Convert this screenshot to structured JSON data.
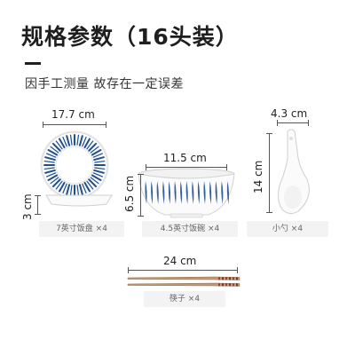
{
  "header": {
    "title": "规格参数（16头装）",
    "subtitle": "因手工测量 故存在一定误差"
  },
  "products": {
    "plate": {
      "width_label": "17.7 cm",
      "height_label": "3 cm",
      "caption": "7英寸饭盘 ×4"
    },
    "bowl": {
      "width_label": "11.5 cm",
      "height_label": "6.5 cm",
      "caption": "4.5英寸饭碗 ×4"
    },
    "spoon": {
      "width_label": "4.3 cm",
      "height_label": "14 cm",
      "caption": "小勺 ×4"
    },
    "chopsticks": {
      "width_label": "24 cm",
      "caption": "筷子 ×4"
    }
  },
  "colors": {
    "pattern_blue": "#1f4f8f",
    "chopstick_wood": "#b08968",
    "chopstick_red": "#a33a3a"
  }
}
